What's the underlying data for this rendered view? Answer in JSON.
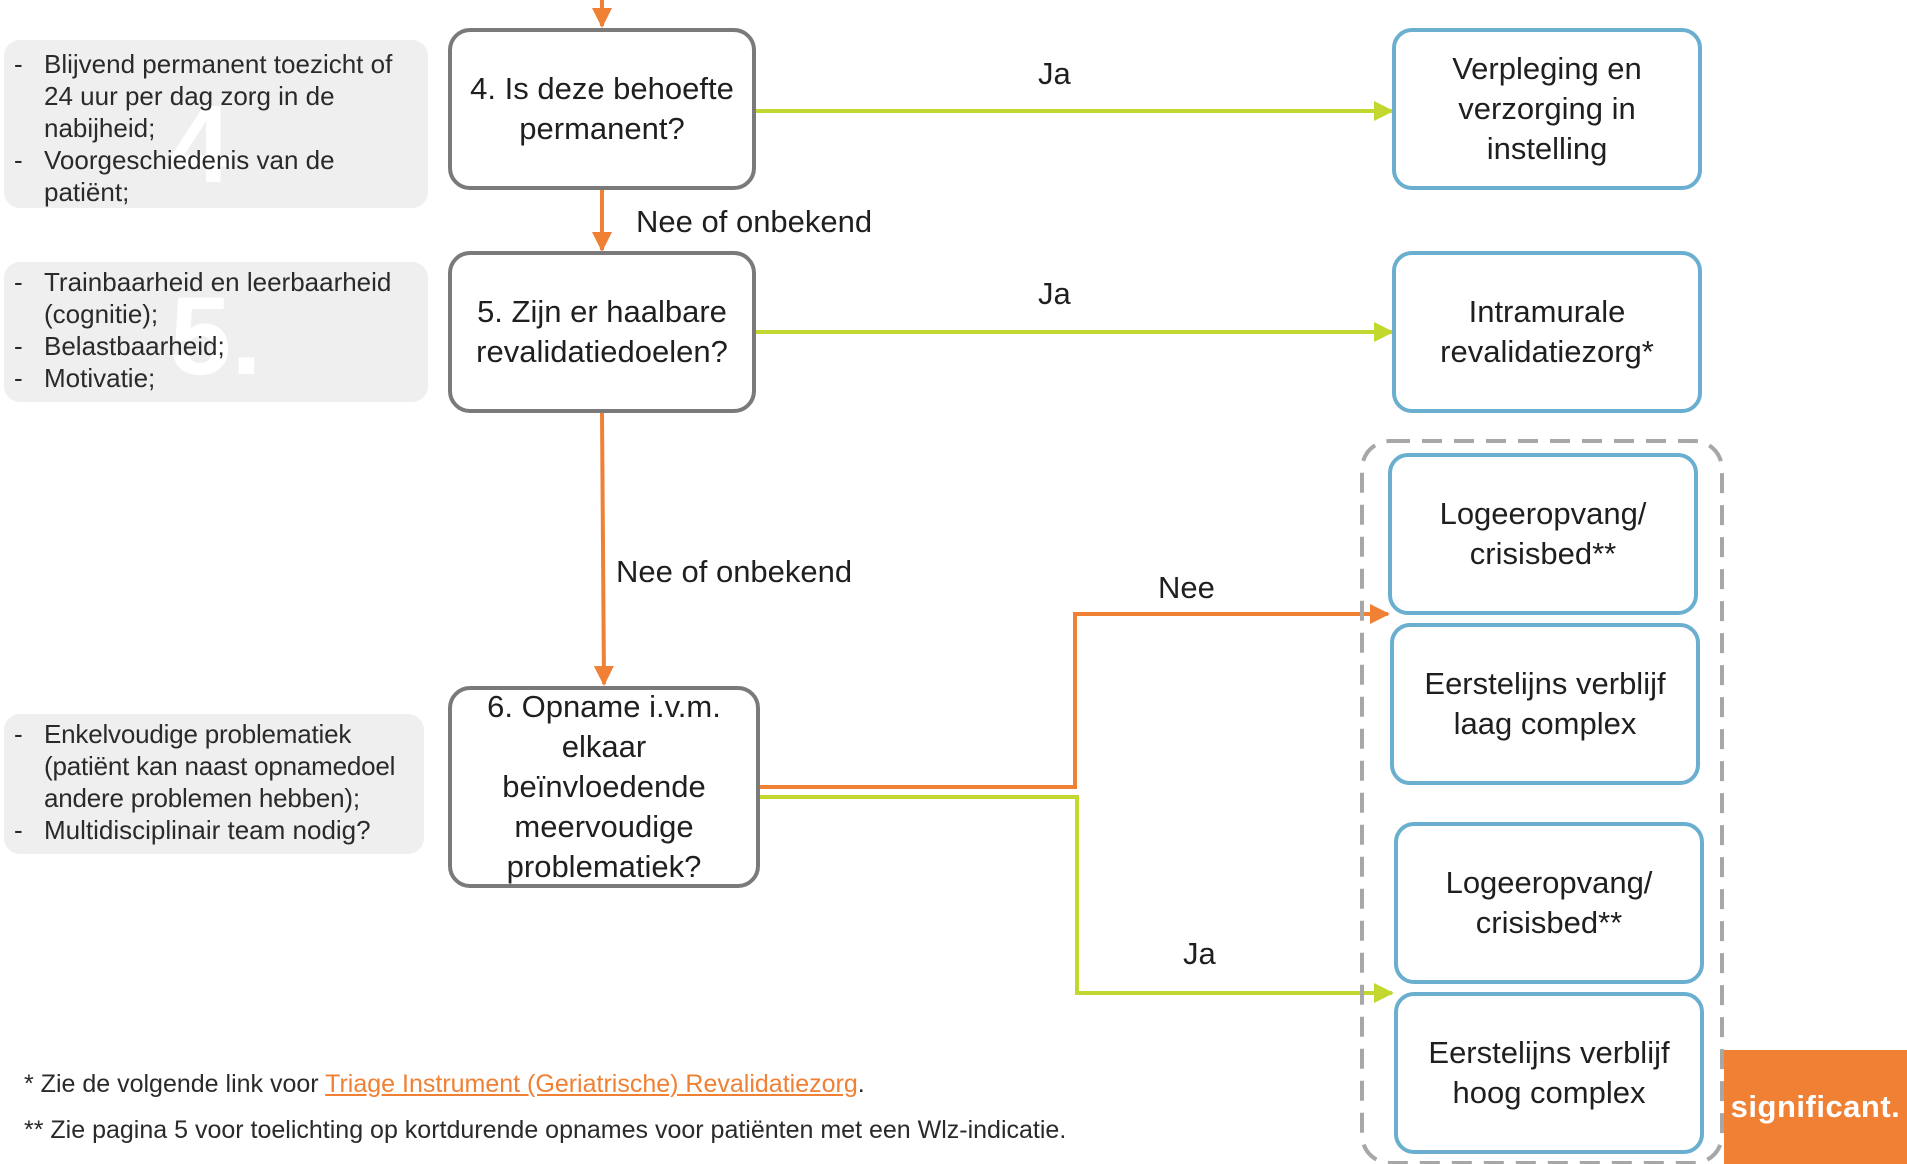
{
  "side_notes": [
    {
      "ghost": "4",
      "items": [
        "Blijvend permanent toezicht of 24 uur per dag zorg in de nabijheid;",
        "Voorgeschiedenis van de patiënt;"
      ]
    },
    {
      "ghost": "5.",
      "items": [
        "Trainbaarheid en leerbaarheid (cognitie);",
        "Belastbaarheid;",
        "Motivatie;"
      ]
    },
    {
      "ghost": "",
      "items": [
        "Enkelvoudige problematiek (patiënt kan naast opnamedoel andere problemen hebben);",
        "Multidisciplinair team nodig?"
      ]
    }
  ],
  "questions": {
    "q4": "4. Is deze behoefte permanent?",
    "q5": "5. Zijn er haalbare revalidatiedoelen?",
    "q6": "6. Opname i.v.m. elkaar beïnvloedende meervoudige problematiek?"
  },
  "outcomes": {
    "verpleging": "Verpleging en verzorging in instelling",
    "intramurale": "Intramurale revalidatiezorg*",
    "logeer_1": "Logeeropvang/ crisisbed**",
    "eerstelijns_laag": "Eerstelijns verblijf laag complex",
    "logeer_2": "Logeeropvang/ crisisbed**",
    "eerstelijns_hoog": "Eerstelijns verblijf hoog complex"
  },
  "edge_labels": {
    "ja_q4": "Ja",
    "nee_q4": "Nee of onbekend",
    "ja_q5": "Ja",
    "nee_q5": "Nee of onbekend",
    "nee_q6": "Nee",
    "ja_q6": "Ja"
  },
  "footnotes": {
    "note1_prefix": "* Zie de volgende link voor ",
    "note1_link": "Triage Instrument (Geriatrische) Revalidatiezorg",
    "note1_suffix": ".",
    "note2": "** Zie pagina 5 voor toelichting op kortdurende opnames voor patiënten met een Wlz-indicatie."
  },
  "brand": "significant.",
  "colors": {
    "orange": "#f08034",
    "green": "#c3d82e",
    "question_border": "#7a7a7a",
    "outcome_border": "#6aaed0",
    "note_bg": "#efefef"
  }
}
